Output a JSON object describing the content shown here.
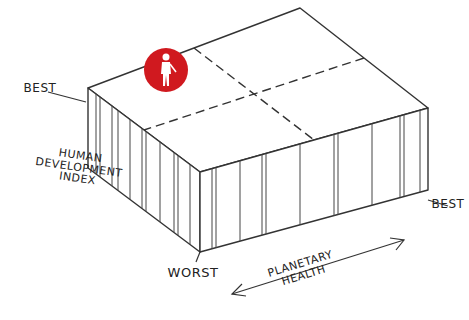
{
  "diagram": {
    "labels": [
      "BEST",
      "HUMAN DEVELOPMENT INDEX",
      "WORST",
      "PLANETARY HEALTH",
      "BEST"
    ]
  }
}
